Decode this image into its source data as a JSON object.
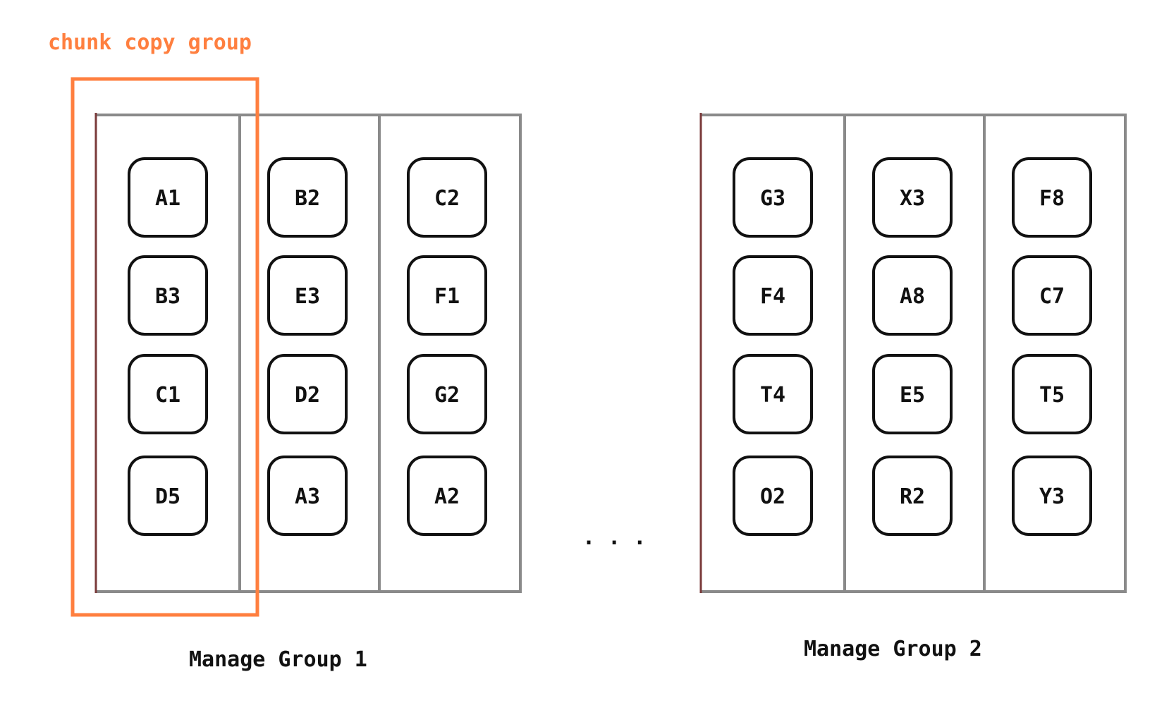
{
  "colors": {
    "highlight": "#ff7f3f",
    "frame": "#8a8a8a",
    "chunk_border": "#111111"
  },
  "highlight_label": "chunk copy group",
  "ellipsis": ". . .",
  "groups": [
    {
      "label": "Manage Group 1",
      "columns": [
        [
          "A1",
          "B3",
          "C1",
          "D5"
        ],
        [
          "B2",
          "E3",
          "D2",
          "A3"
        ],
        [
          "C2",
          "F1",
          "G2",
          "A2"
        ]
      ]
    },
    {
      "label": "Manage Group 2",
      "columns": [
        [
          "G3",
          "F4",
          "T4",
          "O2"
        ],
        [
          "X3",
          "A8",
          "E5",
          "R2"
        ],
        [
          "F8",
          "C7",
          "T5",
          "Y3"
        ]
      ]
    }
  ]
}
